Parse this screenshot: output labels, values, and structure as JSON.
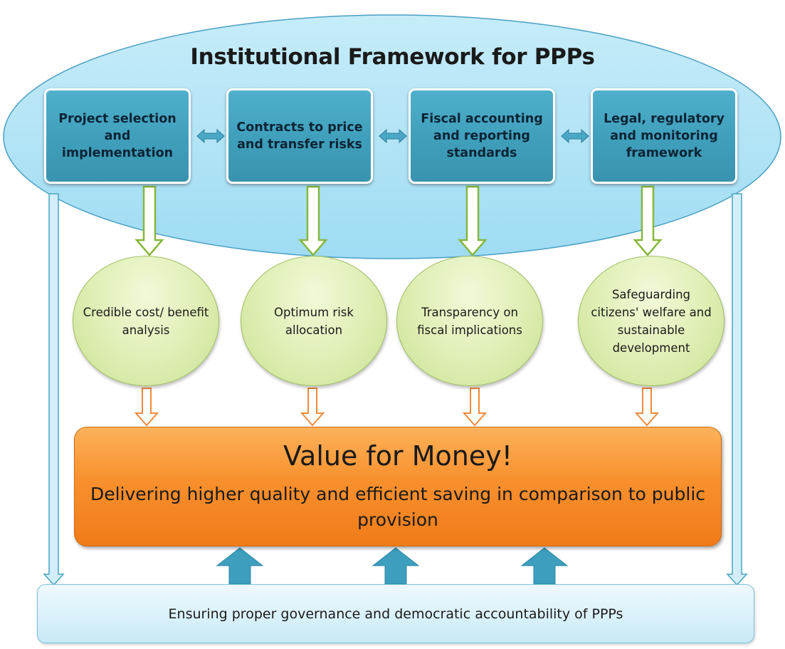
{
  "diagram": {
    "title": "Institutional Framework for PPPs",
    "pillars": [
      "Project selection and implementation",
      "Contracts to price and transfer risks",
      "Fiscal accounting and reporting standards",
      "Legal, regulatory and monitoring framework"
    ],
    "outcomes": [
      "Credible cost/ benefit analysis",
      "Optimum risk allocation",
      "Transparency on fiscal implications",
      "Safeguarding citizens' welfare and sustainable development"
    ],
    "value_for_money": {
      "title": "Value for Money!",
      "subtitle": "Delivering higher quality and efficient saving in comparison to public provision"
    },
    "governance": "Ensuring proper governance and democratic accountability of PPPs"
  },
  "colors": {
    "ellipse_fill": "#a7e1f6",
    "pillar_box": "#46a6c2",
    "outcome_circle": "#dcecb0",
    "value_box": "#f68d2c",
    "green_arrow": "#86b73c",
    "orange_arrow": "#f08a3c",
    "blue_arrow": "#3d9ebe"
  }
}
